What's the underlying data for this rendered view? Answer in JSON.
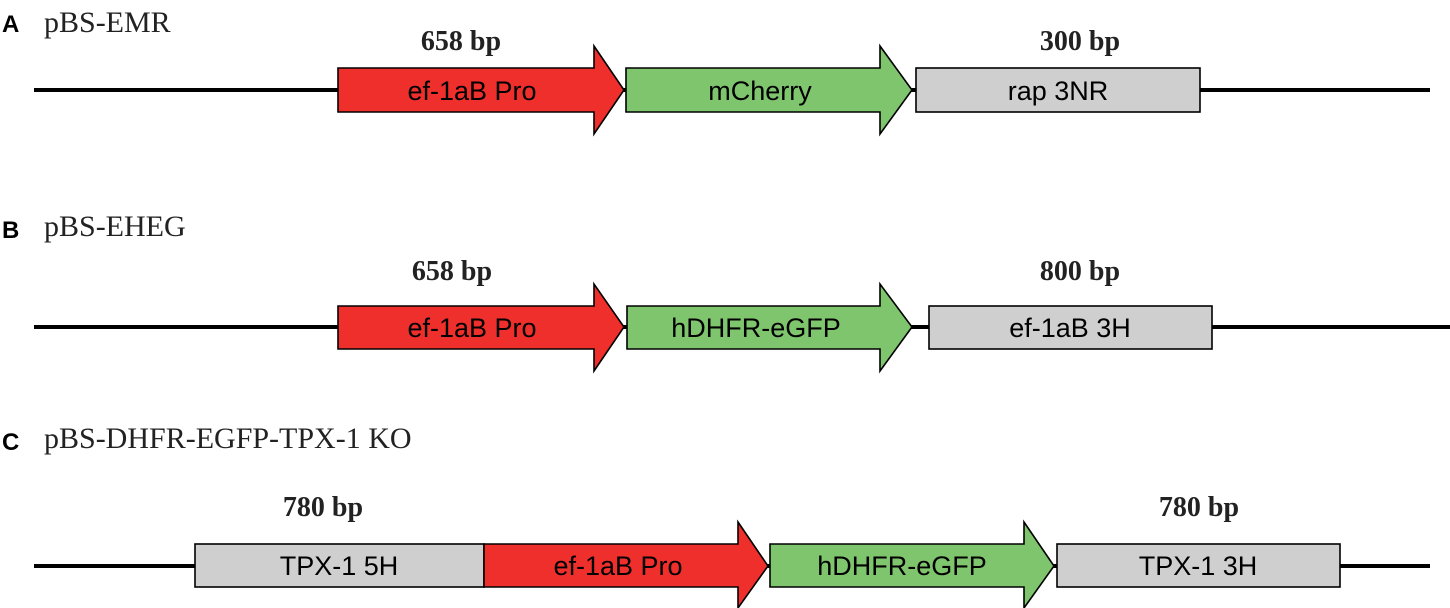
{
  "colors": {
    "promoter": "#ee2f2c",
    "gene": "#7fc56d",
    "utr": "#cfcfcf",
    "backbone": "#000000"
  },
  "panels": [
    {
      "letter": "A",
      "name": "pBS-EMR",
      "parts": [
        {
          "label": "ef-1aB Pro",
          "shape": "arrow",
          "role": "promoter",
          "size": "658 bp"
        },
        {
          "label": "mCherry",
          "shape": "arrow",
          "role": "gene"
        },
        {
          "label": "rap 3NR",
          "shape": "box",
          "role": "utr",
          "size": "300 bp"
        }
      ]
    },
    {
      "letter": "B",
      "name": "pBS-EHEG",
      "parts": [
        {
          "label": "ef-1aB Pro",
          "shape": "arrow",
          "role": "promoter",
          "size": "658 bp"
        },
        {
          "label": "hDHFR-eGFP",
          "shape": "arrow",
          "role": "gene"
        },
        {
          "label": "ef-1aB 3H",
          "shape": "box",
          "role": "utr",
          "size": "800 bp"
        }
      ]
    },
    {
      "letter": "C",
      "name": "pBS-DHFR-EGFP-TPX-1 KO",
      "parts": [
        {
          "label": "TPX-1 5H",
          "shape": "box",
          "role": "utr",
          "size": "780 bp"
        },
        {
          "label": "ef-1aB Pro",
          "shape": "arrow",
          "role": "promoter"
        },
        {
          "label": "hDHFR-eGFP",
          "shape": "arrow",
          "role": "gene"
        },
        {
          "label": "TPX-1 3H",
          "shape": "box",
          "role": "utr",
          "size": "780 bp"
        }
      ]
    }
  ]
}
